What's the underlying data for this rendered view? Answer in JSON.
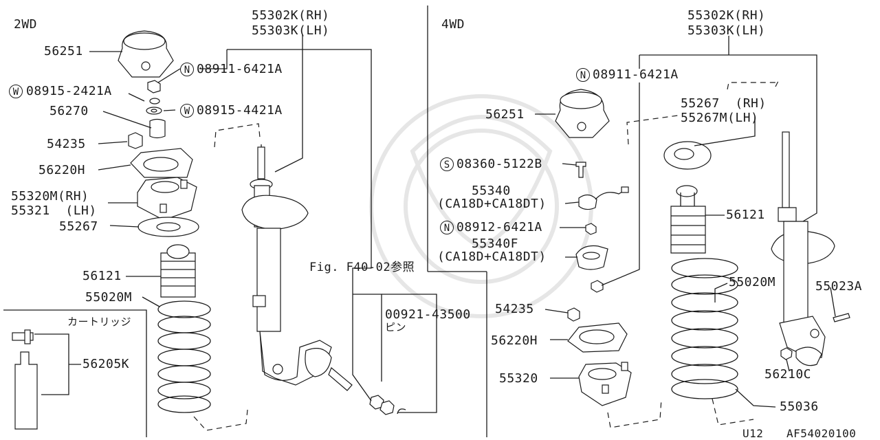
{
  "sections": {
    "left": "2WD",
    "right": "4WD"
  },
  "labels": {
    "l_55302k": "55302K(RH)",
    "l_55303k": "55303K(LH)",
    "l_56251": "56251",
    "l_08911": "08911-6421A",
    "l_08915_2421": "08915-2421A",
    "l_56270": "56270",
    "l_08915_4421": "08915-4421A",
    "l_54235": "54235",
    "l_56220h": "56220H",
    "l_55320m": "55320M(RH)",
    "l_55321": "55321  (LH)",
    "l_55267": "55267",
    "l_56121": "56121",
    "l_55020m": "55020M",
    "l_cartridge": "カートリッジ",
    "l_56205k": "56205K",
    "l_fig": "Fig. F40-02参照",
    "l_00921": "00921-43500",
    "l_pin": "ピン",
    "r_55302k": "55302K(RH)",
    "r_55303k": "55303K(LH)",
    "r_08911_6421": "08911-6421A",
    "r_56251": "56251",
    "r_55267": "55267  (RH)",
    "r_55267m": "55267M(LH)",
    "r_08360": "08360-5122B",
    "r_55340": "55340",
    "r_ca18d_1": "(CA18D+CA18DT)",
    "r_56121": "56121",
    "r_08912": "08912-6421A",
    "r_55340f": "55340F",
    "r_ca18d_2": "(CA18D+CA18DT)",
    "r_55020m": "55020M",
    "r_55023a": "55023A",
    "r_54235": "54235",
    "r_56220h": "56220H",
    "r_56210c": "56210C",
    "r_55320": "55320",
    "r_55036": "55036",
    "footer_model": "U12",
    "footer_code": "AF54020100"
  },
  "markers": {
    "n": "N",
    "w": "W",
    "s": "S"
  }
}
